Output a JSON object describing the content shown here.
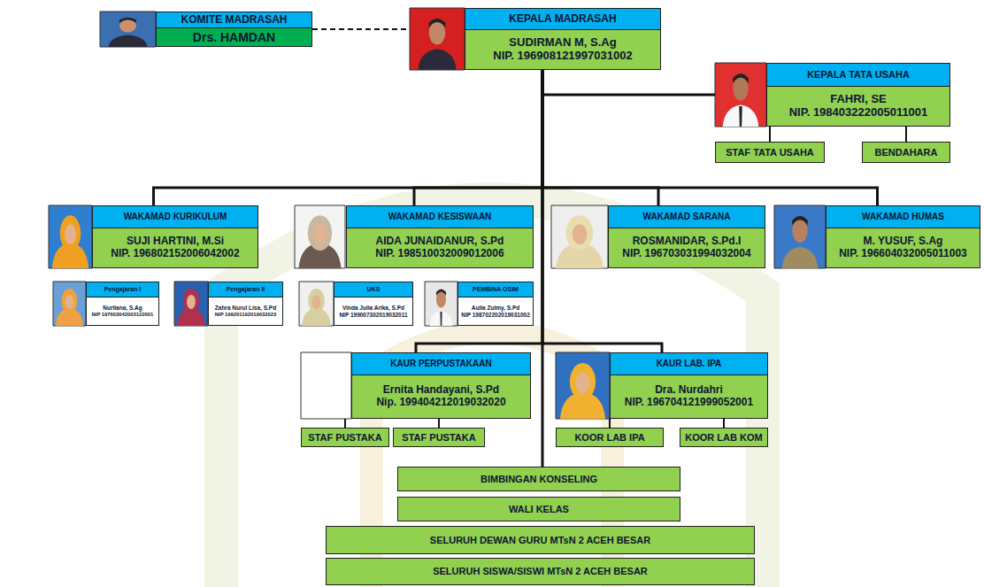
{
  "diagram": {
    "nodes": [
      {
        "text": [
          "KOMITE MADRASAH",
          "Drs. HAMDAN"
        ]
      },
      {
        "text": [
          "KEPALA MADRASAH",
          "SUDIRMAN M, S.Ag",
          "NIP. 196908121997031002"
        ]
      },
      {
        "text": [
          "KEPALA TATA USAHA",
          "FAHRI, SE",
          "NIP. 198403222005011001"
        ]
      },
      {
        "text": [
          "STAF TATA USAHA"
        ]
      },
      {
        "text": [
          "BENDAHARA"
        ]
      },
      {
        "text": [
          "WAKAMAD KURIKULUM",
          "SUJI HARTINI, M.Si",
          "NIP. 196802152006042002"
        ]
      },
      {
        "text": [
          "WAKAMAD KESISWAAN",
          "AIDA JUNAIDANUR, S.Pd",
          "NIP. 198510032009012006"
        ]
      },
      {
        "text": [
          "WAKAMAD SARANA",
          "ROSMANIDAR, S.Pd.I",
          "NIP. 196703031994032004"
        ]
      },
      {
        "text": [
          "WAKAMAD HUMAS",
          "M. YUSUF, S.Ag",
          "NIP. 196604032005011003"
        ]
      },
      {
        "text": [
          "Pengajaran I",
          "Nurliana, S.Ag",
          "NIP 197603042003122001"
        ]
      },
      {
        "text": [
          "Pengajaran II",
          "Zahra Nurul Lisa, S.Pd",
          "NIP 199201192019032023"
        ]
      },
      {
        "text": [
          "UKS",
          "Vinda Julia Arika, S.Pd",
          "NIP 199007302019032011"
        ]
      },
      {
        "text": [
          "PEMBINA OSIM",
          "Aulia Zulmy, S.Pd",
          "NIP 198702202019031002"
        ]
      },
      {
        "text": [
          "KAUR PERPUSTAKAAN",
          "Ernita Handayani, S.Pd",
          "Nip. 199404212019032020"
        ]
      },
      {
        "text": [
          "KAUR LAB. IPA",
          "Dra. Nurdahri",
          "NIP. 196704121999052001"
        ]
      },
      {
        "text": [
          "STAF PUSTAKA"
        ]
      },
      {
        "text": [
          "STAF PUSTAKA"
        ]
      },
      {
        "text": [
          "KOOR LAB IPA"
        ]
      },
      {
        "text": [
          "KOOR LAB KOM"
        ]
      },
      {
        "text": [
          "BIMBINGAN KONSELING"
        ]
      },
      {
        "text": [
          "WALI KELAS"
        ]
      },
      {
        "text": [
          "SELURUH DEWAN GURU MTsN 2 ACEH BESAR"
        ]
      },
      {
        "text": [
          "SELURUH SISWA/SISWI MTsN 2 ACEH BESAR"
        ]
      }
    ],
    "edges": [
      {
        "from": 0,
        "to": 1,
        "arrow": "none"
      },
      {
        "from": 1,
        "to": 2,
        "arrow": "none"
      },
      {
        "from": 2,
        "to": 3,
        "arrow": "none"
      },
      {
        "from": 2,
        "to": 4,
        "arrow": "none"
      },
      {
        "from": 1,
        "to": 5,
        "arrow": "none"
      },
      {
        "from": 1,
        "to": 6,
        "arrow": "none"
      },
      {
        "from": 1,
        "to": 7,
        "arrow": "none"
      },
      {
        "from": 1,
        "to": 8,
        "arrow": "none"
      },
      {
        "from": 1,
        "to": 13,
        "arrow": "none"
      },
      {
        "from": 1,
        "to": 14,
        "arrow": "none"
      },
      {
        "from": 1,
        "to": 19,
        "arrow": "none"
      },
      {
        "from": 13,
        "to": 15,
        "arrow": "none"
      },
      {
        "from": 13,
        "to": 16,
        "arrow": "none"
      },
      {
        "from": 14,
        "to": 17,
        "arrow": "none"
      },
      {
        "from": 14,
        "to": 18,
        "arrow": "none"
      }
    ]
  }
}
